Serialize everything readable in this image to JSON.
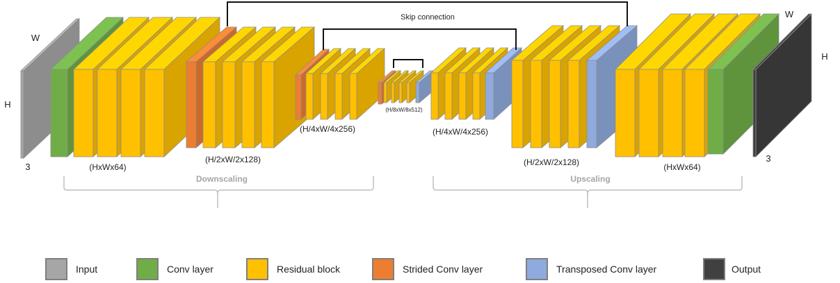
{
  "labels": {
    "skip": "Skip connection",
    "w_left": "W",
    "h_left": "H",
    "c_left": "3",
    "w_right": "W",
    "h_right": "H",
    "c_right": "3",
    "s1_down": "(HxWx64)",
    "s2_down": "(H/2xW/2x128)",
    "s3_down": "(H/4xW/4x256)",
    "s4": "(H/8xW/8x512)",
    "s3_up": "(H/4xW/4x256)",
    "s2_up": "(H/2xW/2x128)",
    "s1_up": "(HxWx64)",
    "downscaling": "Downscaling",
    "upscaling": "Upscaling"
  },
  "legend": [
    {
      "label": "Input",
      "color": "#a6a6a6"
    },
    {
      "label": "Conv layer",
      "color": "#70ad47"
    },
    {
      "label": "Residual block",
      "color": "#ffc000"
    },
    {
      "label": "Strided Conv layer",
      "color": "#ed7d31"
    },
    {
      "label": "Transposed Conv layer",
      "color": "#8faadc"
    },
    {
      "label": "Output",
      "color": "#404040"
    }
  ],
  "colors": {
    "input": "#a6a6a6",
    "conv": "#70ad47",
    "residual": "#ffc000",
    "strided": "#ed7d31",
    "transposed": "#8faadc",
    "output": "#404040"
  }
}
